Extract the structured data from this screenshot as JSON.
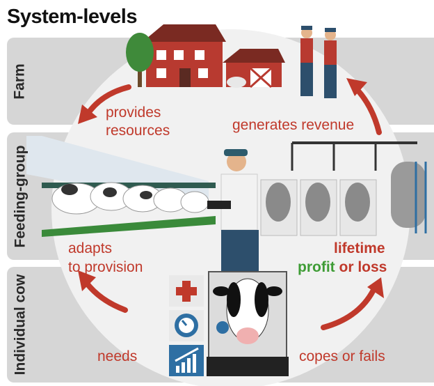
{
  "title": "System-levels",
  "levels": {
    "farm": "Farm",
    "feeding_group": "Feeding-group",
    "individual_cow": "Individual cow"
  },
  "arrows": {
    "provides": "provides",
    "resources": "resources",
    "generates_revenue": "generates revenue",
    "adapts": "adapts",
    "to_provision": "to provision",
    "lifetime": "lifetime",
    "profit": "profit",
    "or_loss": "or loss",
    "needs": "needs",
    "copes_or_fails": "copes or fails"
  },
  "colors": {
    "band": "#d6d6d6",
    "arrow": "#c0392b",
    "profit": "#3e9c35"
  },
  "icons": [
    "plus-icon",
    "gauge-icon",
    "growth-chart-icon"
  ]
}
